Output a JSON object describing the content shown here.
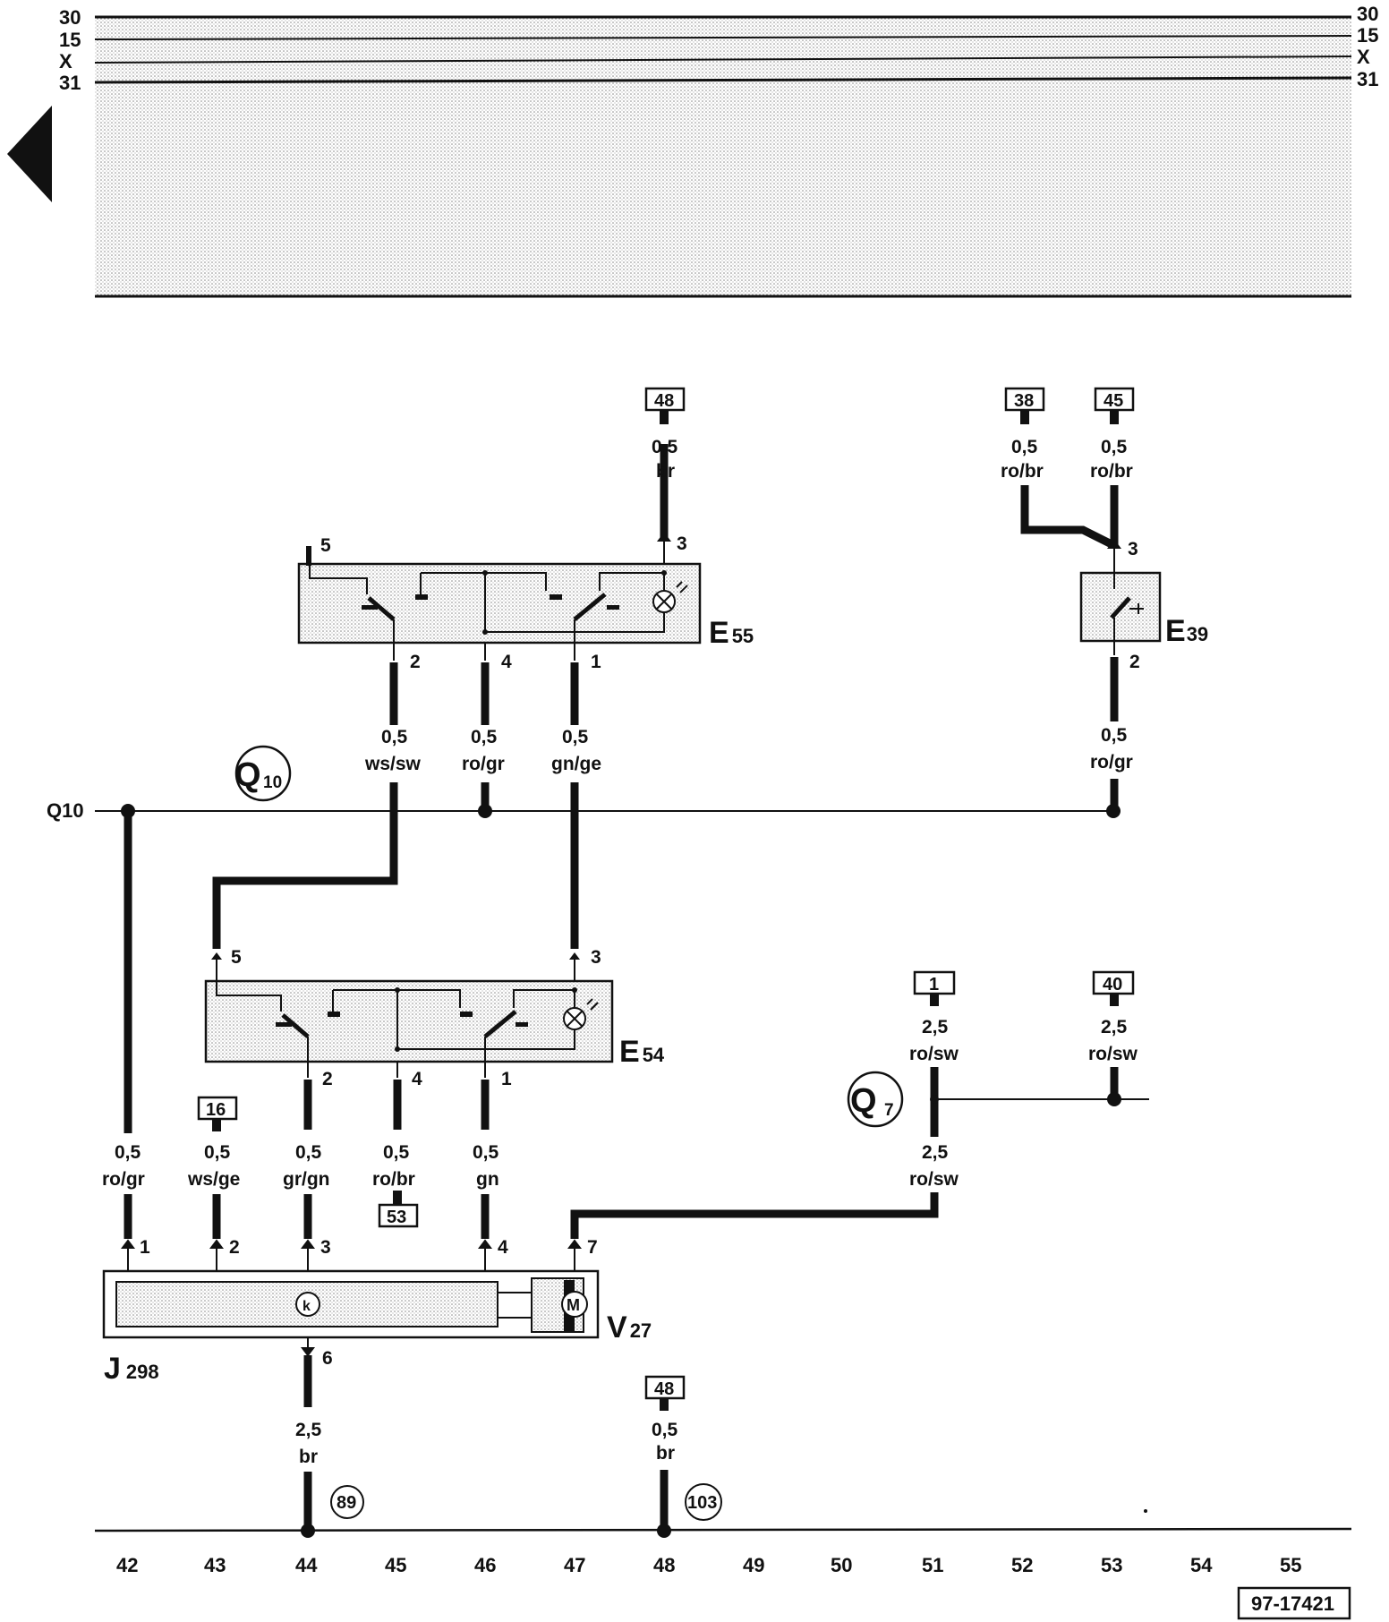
{
  "rails": {
    "r30": "30",
    "r15": "15",
    "rX": "X",
    "r31": "31"
  },
  "bus": {
    "q10_left": "Q10",
    "q10_badge": "Q",
    "q10_badge_sub": "10",
    "q7_badge": "Q",
    "q7_badge_sub": "7"
  },
  "components": {
    "e55": {
      "letter": "E",
      "num": "55"
    },
    "e39": {
      "letter": "E",
      "num": "39"
    },
    "e54": {
      "letter": "E",
      "num": "54"
    },
    "v27": {
      "letter": "V",
      "num": "27"
    },
    "j298": {
      "letter": "J",
      "num": "298"
    }
  },
  "refs": {
    "r48_top": "48",
    "r38": "38",
    "r45": "45",
    "r1": "1",
    "r40": "40",
    "r16": "16",
    "r53": "53",
    "r48_bottom": "48",
    "c89": "89",
    "c103": "103"
  },
  "wires": {
    "w48_top": {
      "size": "0,5",
      "color": "br"
    },
    "w38": {
      "size": "0,5",
      "color": "ro/br"
    },
    "w45": {
      "size": "0,5",
      "color": "ro/br"
    },
    "e55_p2": {
      "size": "0,5",
      "color": "ws/sw"
    },
    "e55_p4": {
      "size": "0,5",
      "color": "ro/gr"
    },
    "e55_p1": {
      "size": "0,5",
      "color": "gn/ge"
    },
    "e39_p2": {
      "size": "0,5",
      "color": "ro/gr"
    },
    "w1": {
      "size": "2,5",
      "color": "ro/sw"
    },
    "w40": {
      "size": "2,5",
      "color": "ro/sw"
    },
    "q7_down": {
      "size": "2,5",
      "color": "ro/sw"
    },
    "j_p1": {
      "size": "0,5",
      "color": "ro/gr"
    },
    "j_p2": {
      "size": "0,5",
      "color": "ws/ge"
    },
    "j_p3": {
      "size": "0,5",
      "color": "gr/gn"
    },
    "e54_p4": {
      "size": "0,5",
      "color": "ro/br"
    },
    "j_p4": {
      "size": "0,5",
      "color": "gn"
    },
    "j_p6": {
      "size": "2,5",
      "color": "br"
    },
    "w48_bottom": {
      "size": "0,5",
      "color": "br"
    }
  },
  "pins": {
    "e55_5": "5",
    "e55_3": "3",
    "e55_2": "2",
    "e55_4": "4",
    "e55_1": "1",
    "e39_3": "3",
    "e39_2": "2",
    "e54_5": "5",
    "e54_3": "3",
    "e54_2": "2",
    "e54_4": "4",
    "e54_1": "1",
    "j_1": "1",
    "j_2": "2",
    "j_3": "3",
    "j_4": "4",
    "j_7": "7",
    "j_6": "6"
  },
  "symbols": {
    "relay": "k",
    "motor": "M"
  },
  "columns": [
    "42",
    "43",
    "44",
    "45",
    "46",
    "47",
    "48",
    "49",
    "50",
    "51",
    "52",
    "53",
    "54",
    "55"
  ],
  "doc_id": "97-17421"
}
